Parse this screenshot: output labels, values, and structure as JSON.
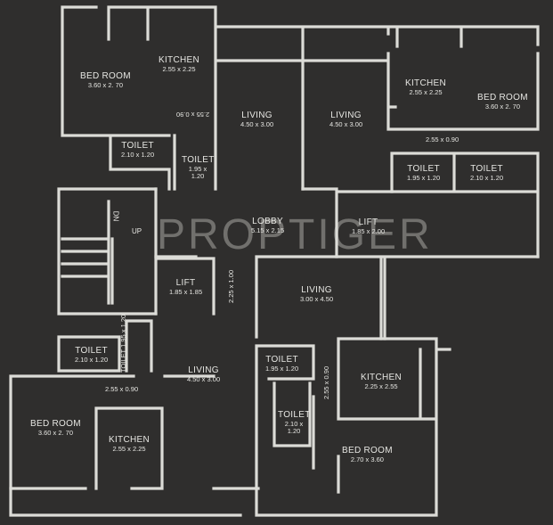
{
  "watermark": "PROPTIGER",
  "stair": {
    "dn": "DN",
    "up": "UP"
  },
  "lobby": {
    "name": "LOBBY",
    "dim": "5.15 x 2.15"
  },
  "rooms": [
    {
      "key": "bed_tl",
      "name": "BED ROOM",
      "dim": "3.60 x 2. 70"
    },
    {
      "key": "kit_tl",
      "name": "KITCHEN",
      "dim": "2.55 x 2.25"
    },
    {
      "key": "liv_tl",
      "name": "LIVING",
      "dim": "4.50 x 3.00"
    },
    {
      "key": "liv_tr",
      "name": "LIVING",
      "dim": "4.50 x 3.00"
    },
    {
      "key": "kit_tr",
      "name": "KITCHEN",
      "dim": "2.55 x 2.25"
    },
    {
      "key": "bed_tr",
      "name": "BED ROOM",
      "dim": "3.60 x 2. 70"
    },
    {
      "key": "toi_tl1",
      "name": "TOILET",
      "dim": "2.10 x 1.20"
    },
    {
      "key": "toi_tl2",
      "name": "TOILET",
      "dim": "1.95 x 1.20"
    },
    {
      "key": "toi_tr1",
      "name": "TOILET",
      "dim": "1.95 x 1.20"
    },
    {
      "key": "toi_tr2",
      "name": "TOILET",
      "dim": "2.10 x 1.20"
    },
    {
      "key": "lift_r",
      "name": "LIFT",
      "dim": "1.85 x 2.00"
    },
    {
      "key": "lift_l",
      "name": "LIFT",
      "dim": "1.85 x 1.85"
    },
    {
      "key": "liv_m",
      "name": "LIVING",
      "dim": "3.00 x 4.50"
    },
    {
      "key": "toi_bl1",
      "name": "TOILET",
      "dim": "2.10 x 1.20"
    },
    {
      "key": "liv_bl",
      "name": "LIVING",
      "dim": "4.50 x 3.00"
    },
    {
      "key": "toi_bm1",
      "name": "TOILET",
      "dim": "1.95 x 1.20"
    },
    {
      "key": "kit_br",
      "name": "KITCHEN",
      "dim": "2.25 x 2.55"
    },
    {
      "key": "toi_bm2",
      "name": "TOILET",
      "dim": "2.10 x 1.20"
    },
    {
      "key": "bed_bl",
      "name": "BED ROOM",
      "dim": "3.60 x 2. 70"
    },
    {
      "key": "kit_bl",
      "name": "KITCHEN",
      "dim": "2.55 x 2.25"
    },
    {
      "key": "bed_br",
      "name": "BED ROOM",
      "dim": "2.70 x 3.60"
    }
  ],
  "rotated": [
    {
      "key": "pass_tl",
      "text": "2.55 x 0.90"
    },
    {
      "key": "toi_bl2",
      "text": "TOILET 1.95 x 1.20"
    },
    {
      "key": "pass_m",
      "text": "2.25 x 1.00"
    },
    {
      "key": "pass_br",
      "text": "2.55 x 0.90"
    }
  ],
  "passages": [
    {
      "key": "pass_tr",
      "text": "2.55 x 0.90"
    },
    {
      "key": "pass_bl",
      "text": "2.55 x 0.90"
    }
  ]
}
